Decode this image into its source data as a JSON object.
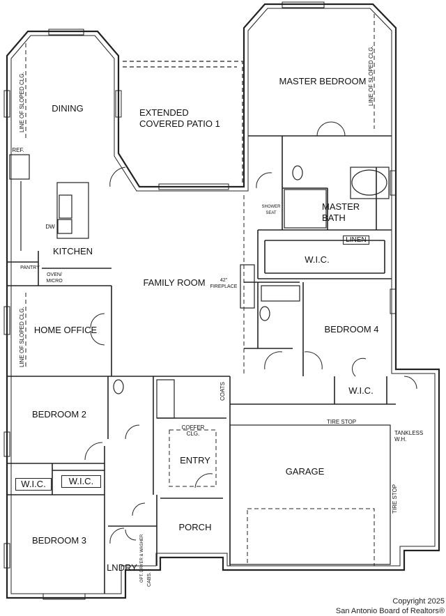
{
  "rooms": {
    "dining": "DINING",
    "patio": "EXTENDED\nCOVERED PATIO 1",
    "master_bedroom": "MASTER BEDROOM",
    "master_bath": "MASTER\nBATH",
    "linen": "LINEN",
    "master_wic": "W.I.C.",
    "kitchen": "KITCHEN",
    "family_room": "FAMILY ROOM",
    "home_office": "HOME OFFICE",
    "bedroom4": "BEDROOM 4",
    "bedroom4_wic": "W.I.C.",
    "bedroom2": "BEDROOM 2",
    "wic_left": "W.I.C.",
    "wic_right": "W.I.C.",
    "entry": "ENTRY",
    "garage": "GARAGE",
    "porch": "PORCH",
    "bedroom3": "BEDROOM 3",
    "laundry": "LNDRY"
  },
  "notes": {
    "ref": "REF.",
    "dw": "DW",
    "pantry": "PANTRY",
    "oven": "OVEN/\nMICRO",
    "fireplace": "42\"\nFIREPLACE",
    "shower_seat": "SHOWER\nSEAT",
    "coats": "COATS",
    "coffer": "COFFER\nCLG.",
    "tire_stop_top": "TIRE STOP",
    "tire_stop_side": "TIRE STOP",
    "tankless": "TANKLESS\nW.H.",
    "sloped_dining": "LINE OF SLOPED CLG.",
    "sloped_master": "LINE OF SLOPED CLG.",
    "sloped_office": "LINE OF SLOPED CLG.",
    "laundry_notes": "OPT. DRYER & WASHER",
    "cabs": "CABS."
  },
  "copyright": "Copyright 2025\nSan Antonio Board of Realtors®"
}
